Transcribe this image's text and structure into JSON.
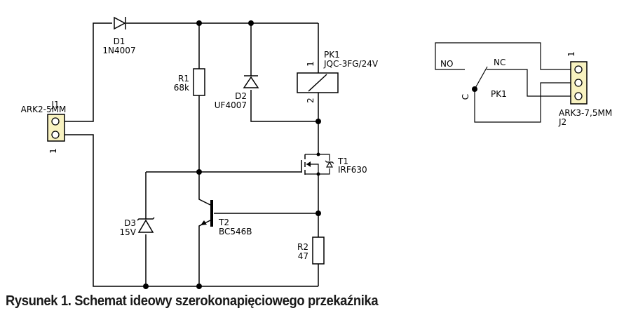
{
  "caption": "Rysunek 1. Schemat ideowy szerokonapięciowego przekaźnika",
  "components": {
    "J1": {
      "ref": "J1",
      "value": "ARK2-5MM",
      "pin1": "1"
    },
    "D1": {
      "ref": "D1",
      "value": "1N4007"
    },
    "R1": {
      "ref": "R1",
      "value": "68k"
    },
    "D2": {
      "ref": "D2",
      "value": "UF4007"
    },
    "PK1": {
      "ref": "PK1",
      "value": "JQC-3FG/24V",
      "pin1": "1",
      "pin2": "2"
    },
    "T1": {
      "ref": "T1",
      "value": "IRF630"
    },
    "T2": {
      "ref": "T2",
      "value": "BC546B"
    },
    "D3": {
      "ref": "D3",
      "value": "15V"
    },
    "R2": {
      "ref": "R2",
      "value": "47"
    },
    "contacts": {
      "ref": "PK1",
      "no": "NO",
      "nc": "NC",
      "c": "C"
    },
    "J2": {
      "ref": "J2",
      "value": "ARK3-7,5MM",
      "pin1": "1"
    }
  }
}
